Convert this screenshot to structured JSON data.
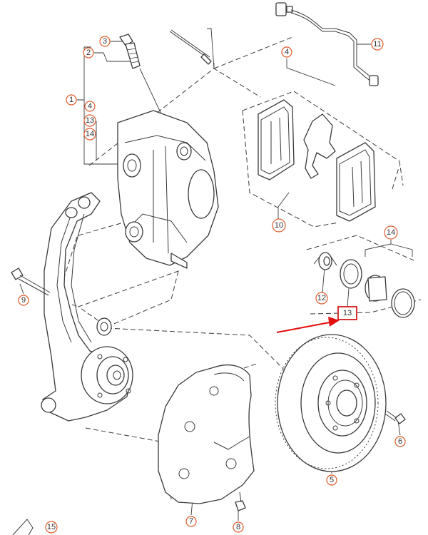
{
  "diagram": {
    "callouts": {
      "c1": "1",
      "c2": "2",
      "c3": "3",
      "c4a": "4",
      "c4b": "4",
      "c5": "5",
      "c6": "6",
      "c7": "7",
      "c8": "8",
      "c9": "9",
      "c10": "10",
      "c11": "11",
      "c12": "12",
      "c13a": "13",
      "c13b": "13",
      "c14a": "14",
      "c14b": "14",
      "c15": "15"
    },
    "colors": {
      "callout_stroke": "#e05a2a",
      "highlight_box": "#d41a1a",
      "arrow": "#e31010",
      "line_art": "#3a3a3a"
    }
  }
}
